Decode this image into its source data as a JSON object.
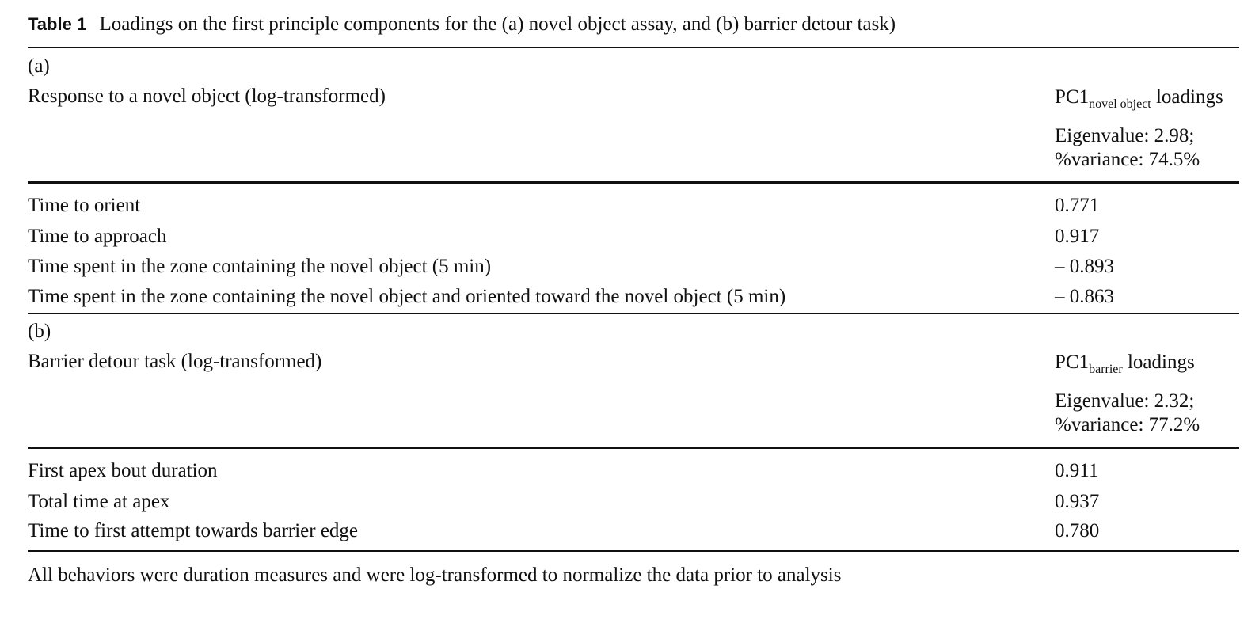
{
  "caption": {
    "label": "Table 1",
    "text": "Loadings on the first principle components for the (a) novel object assay, and (b) barrier detour task)"
  },
  "section_a": {
    "marker": "(a)",
    "heading": "Response to a novel object (log-transformed)",
    "column": {
      "pc_main": "PC1",
      "pc_sub": "novel object",
      "pc_suffix": "loadings",
      "eigen_line1": "Eigenvalue: 2.98;",
      "eigen_line2": "%variance: 74.5%"
    },
    "rows": [
      {
        "label": "Time to orient",
        "value": "0.771"
      },
      {
        "label": "Time to approach",
        "value": "0.917"
      },
      {
        "label": "Time spent in the zone containing the novel object (5 min)",
        "value": "– 0.893"
      },
      {
        "label": "Time spent in the zone containing the novel object and oriented toward the novel object (5 min)",
        "value": "– 0.863"
      }
    ]
  },
  "section_b": {
    "marker": "(b)",
    "heading": "Barrier detour task (log-transformed)",
    "column": {
      "pc_main": "PC1",
      "pc_sub": "barrier",
      "pc_suffix": "loadings",
      "eigen_line1": "Eigenvalue: 2.32;",
      "eigen_line2": "%variance: 77.2%"
    },
    "rows": [
      {
        "label": "First apex bout duration",
        "value": "0.911"
      },
      {
        "label": "Total time at apex",
        "value": "0.937"
      },
      {
        "label": "Time to first attempt towards barrier edge",
        "value": "0.780"
      }
    ]
  },
  "footnote": "All behaviors were duration measures and were log-transformed to normalize the data prior to analysis"
}
